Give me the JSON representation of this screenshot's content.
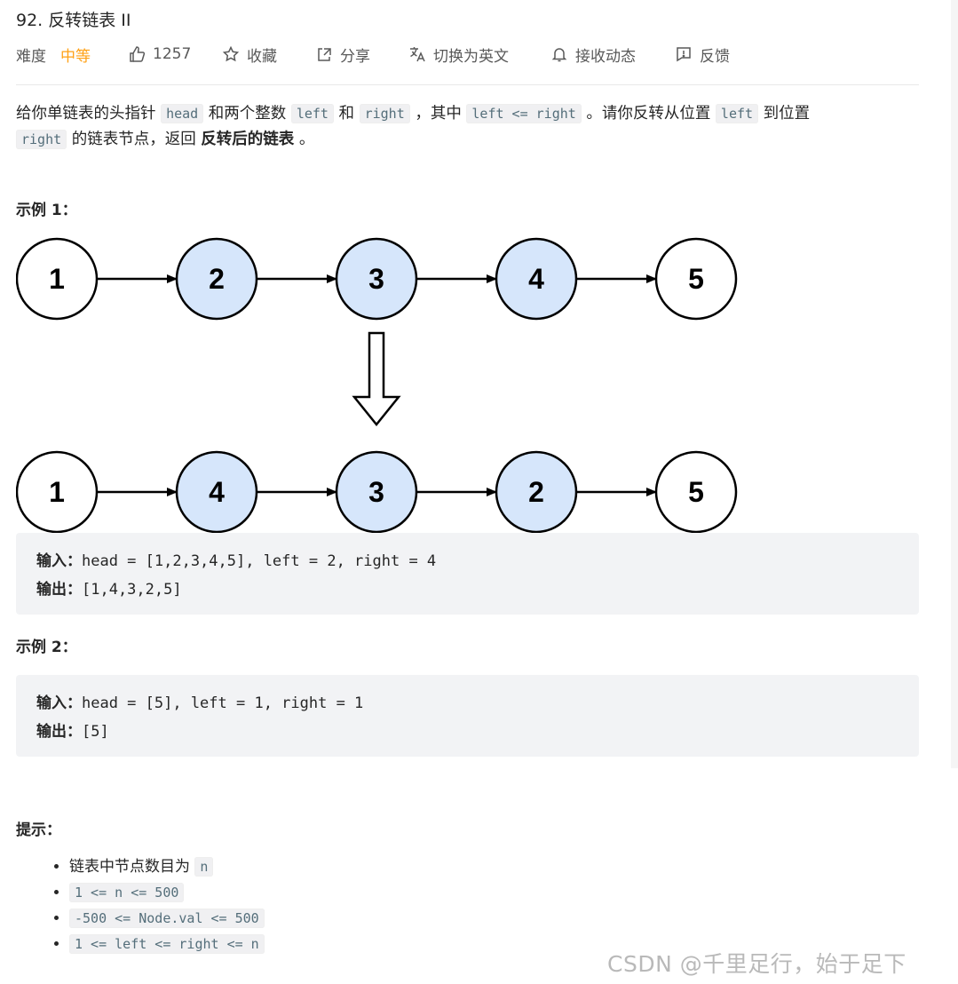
{
  "problem": {
    "title": "92. 反转链表 II"
  },
  "toolbar": {
    "difficulty_label": "难度",
    "difficulty_value": "中等",
    "likes": "1257",
    "favorite": "收藏",
    "share": "分享",
    "switch_lang": "切换为英文",
    "subscribe": "接收动态",
    "feedback": "反馈",
    "colors": {
      "difficulty": "#ffa116",
      "highlight_node": "#d6e6fb"
    }
  },
  "description": {
    "t1": "给你单链表的头指针 ",
    "c1": "head",
    "t2": " 和两个整数 ",
    "c2": "left",
    "t3": " 和 ",
    "c3": "right",
    "t4": " ，其中 ",
    "c4": "left <= right",
    "t5": " 。请你反转从位置 ",
    "c5": "left",
    "t6": " 到位置 ",
    "c6": "right",
    "t7": " 的链表节点，返回 ",
    "bold": "反转后的链表",
    "t8": " 。"
  },
  "example1": {
    "title": "示例 1：",
    "before": [
      "1",
      "2",
      "3",
      "4",
      "5"
    ],
    "after": [
      "1",
      "4",
      "3",
      "2",
      "5"
    ],
    "input_label": "输入：",
    "input": "head = [1,2,3,4,5], left = 2, right = 4",
    "output_label": "输出：",
    "output": "[1,4,3,2,5]"
  },
  "example2": {
    "title": "示例 2：",
    "input_label": "输入：",
    "input": "head = [5], left = 1, right = 1",
    "output_label": "输出：",
    "output": "[5]"
  },
  "constraints": {
    "title": "提示：",
    "item1_text": "链表中节点数目为 ",
    "item1_code": "n",
    "item2": "1 <= n <= 500",
    "item3": "-500 <= Node.val <= 500",
    "item4": "1 <= left <= right <= n"
  },
  "watermark": "CSDN @千里足行，始于足下"
}
